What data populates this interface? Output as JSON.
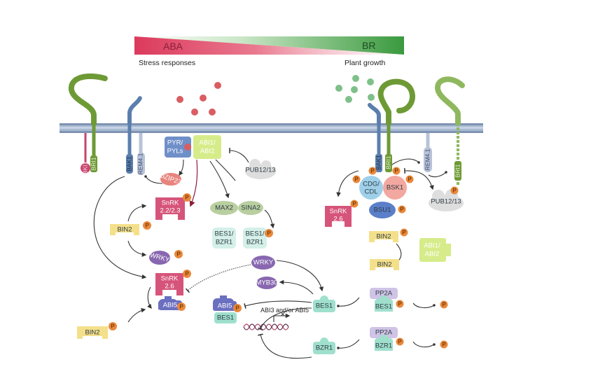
{
  "gradient_bar": {
    "left_label": "ABA",
    "right_label": "BR",
    "left_caption": "Stress responses",
    "right_caption": "Plant growth",
    "left_color": "#dc3a5c",
    "right_color": "#3a9a3e"
  },
  "colors": {
    "membrane": "#a8b9d2",
    "membrane_edge": "#7f93b3",
    "bri1": "#6e9a36",
    "bak1": "#5b7fad",
    "rem": "#b8c3d9",
    "bki1": "#c9456e",
    "aba_ligand": "#d95d62",
    "br_ligand": "#7fc08a",
    "snrk": "#d6547a",
    "bin2": "#f4e08a",
    "abi1": "#d6ec8a",
    "pyr": "#6f8fc9",
    "bzip": "#e8837d",
    "wrky": "#8867b0",
    "abi5": "#6b6fc0",
    "bes": "#9fe0cd",
    "max2": "#b9cfa0",
    "pub": "#dedede",
    "cdg": "#9fd0ea",
    "bsk": "#f2a8a0",
    "bsu": "#5b7fc9",
    "pp2a": "#cfc3e6",
    "phospho": "#e9883c"
  },
  "left_receptors": {
    "bki1": "BKI1",
    "bri1": "BRI1",
    "bak1": "BAK1",
    "rem": "REM4.1"
  },
  "right_receptors": {
    "bak1": "BAK1",
    "bri1": "BRI1",
    "rem": "REM4.1",
    "bri1_inactive": "BRI1"
  },
  "aba_side": {
    "pyr": [
      "PYR/",
      "PYLs"
    ],
    "abi1": [
      "ABI1/",
      "ABI2"
    ],
    "pub": "PUB12/13",
    "bzip": "bZIP23",
    "snrk22": [
      "SnRK",
      "2.2/2.3"
    ],
    "max2": "MAX2",
    "sina2": "SINA2",
    "bes1_bzr1_a": [
      "BES1/",
      "BZR1"
    ],
    "bes1_bzr1_b": [
      "BES1/",
      "BZR1"
    ],
    "bin2_top": "BIN2",
    "wrky_small": "WRKY",
    "snrk26": [
      "SnRK",
      "2.6"
    ],
    "abi5": "ABI5",
    "bin2_bottom": "BIN2"
  },
  "center": {
    "wrky": "WRKY",
    "myb30": "MYB30",
    "abi5": "ABI5",
    "bes1_complex": "BES1",
    "bes1": "BES1",
    "bzr1": "BZR1",
    "gene_label": "ABI3 and/or ABI5"
  },
  "br_side": {
    "snrk26": [
      "SnRK",
      "2.6"
    ],
    "cdg": [
      "CDG/",
      "CDL"
    ],
    "bsk1": "BSK1",
    "bsu1": "BSU1",
    "pub": "PUB12/13",
    "bin2_a": "BIN2",
    "bin2_b": "BIN2",
    "abi1": [
      "ABI1/",
      "ABI2"
    ],
    "pp2a_1": "PP2A",
    "bes1": "BES1",
    "pp2a_2": "PP2A",
    "bzr1": "BZR1"
  },
  "phospho_label": "P"
}
